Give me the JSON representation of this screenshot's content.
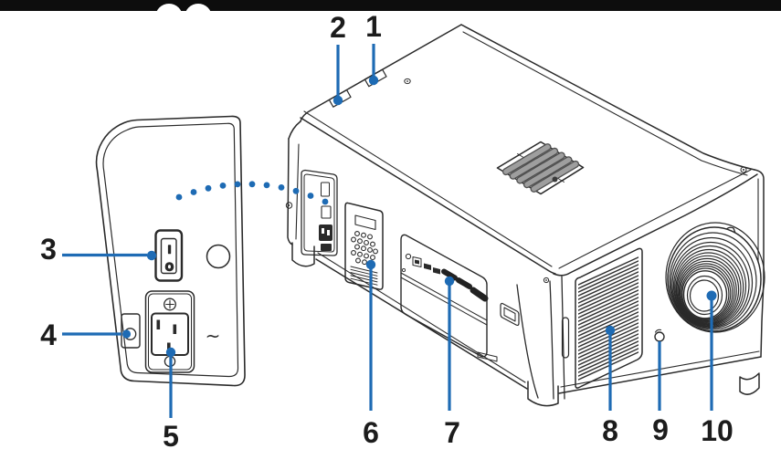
{
  "diagram": {
    "callouts": [
      {
        "label": "1"
      },
      {
        "label": "2"
      },
      {
        "label": "3"
      },
      {
        "label": "4"
      },
      {
        "label": "5"
      },
      {
        "label": "6"
      },
      {
        "label": "7"
      },
      {
        "label": "8"
      },
      {
        "label": "9"
      },
      {
        "label": "10"
      }
    ],
    "switch": {
      "on_label": "I",
      "off_label": "O"
    },
    "ac_symbol": "~",
    "colors": {
      "accent": "#1e6bb4",
      "ink": "#2a2a2a",
      "header_bar": "#0d0d0d",
      "slat_gray": "#9e9e9e"
    }
  }
}
